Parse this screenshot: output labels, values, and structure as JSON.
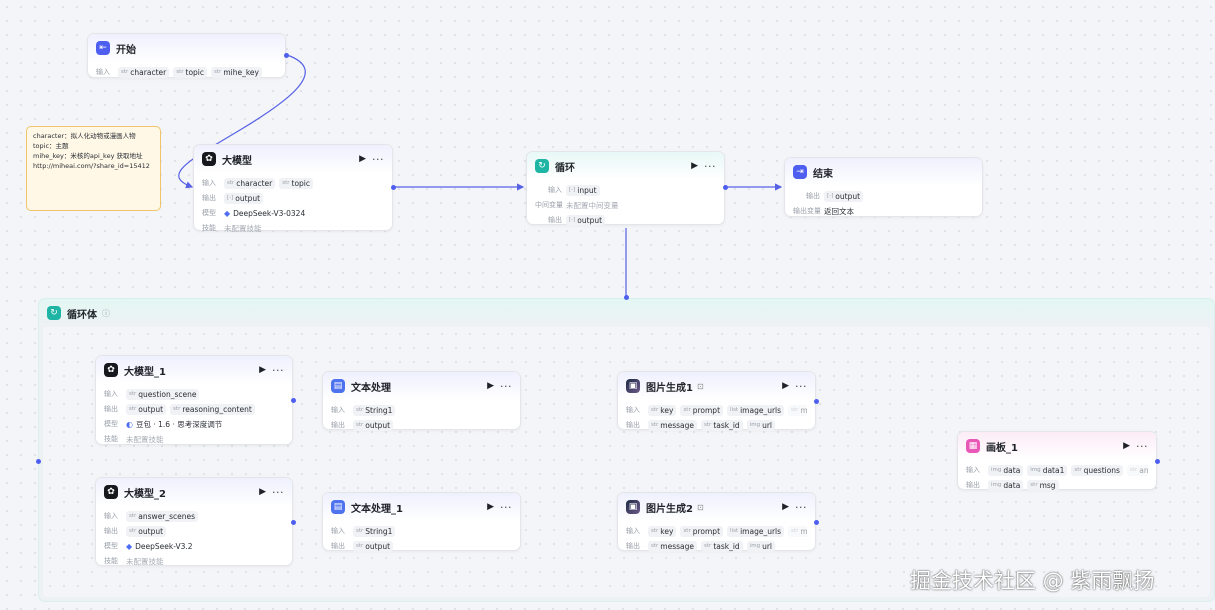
{
  "note": {
    "lines": [
      "character：拟人化动物或漫画人物",
      "topic：主题",
      "mihe_key：米核的api_key 获取地址",
      "http://miheai.com/?share_id=15412"
    ]
  },
  "nodes": {
    "start": {
      "title": "开始",
      "input_label": "输入",
      "inputs": [
        {
          "type": "str",
          "name": "character"
        },
        {
          "type": "str",
          "name": "topic"
        },
        {
          "type": "str",
          "name": "mihe_key"
        }
      ]
    },
    "llm": {
      "title": "大模型",
      "input_label": "输入",
      "output_label": "输出",
      "model_label": "模型",
      "skill_label": "技能",
      "inputs": [
        {
          "type": "str",
          "name": "character"
        },
        {
          "type": "str",
          "name": "topic"
        }
      ],
      "outputs": [
        {
          "type": "[-]",
          "name": "output"
        }
      ],
      "model": "DeepSeek-V3-0324",
      "skill": "未配置技能"
    },
    "loop": {
      "title": "循环",
      "input_label": "输入",
      "mid_label": "中间变量",
      "output_label": "输出",
      "inputs": [
        {
          "type": "[-]",
          "name": "input"
        }
      ],
      "mid": "未配置中间变量",
      "outputs": [
        {
          "type": "[-]",
          "name": "output"
        }
      ]
    },
    "end": {
      "title": "结束",
      "output_label": "输出",
      "var_label": "输出变量",
      "outputs": [
        {
          "type": "[-]",
          "name": "output"
        }
      ],
      "var_value": "返回文本"
    },
    "llm1": {
      "title": "大模型_1",
      "input_label": "输入",
      "output_label": "输出",
      "model_label": "模型",
      "skill_label": "技能",
      "inputs": [
        {
          "type": "str",
          "name": "question_scene"
        }
      ],
      "outputs": [
        {
          "type": "str",
          "name": "output"
        },
        {
          "type": "str",
          "name": "reasoning_content"
        }
      ],
      "model": "豆包 · 1.6 · 思考深度调节",
      "skill": "未配置技能"
    },
    "llm2": {
      "title": "大模型_2",
      "input_label": "输入",
      "output_label": "输出",
      "model_label": "模型",
      "skill_label": "技能",
      "inputs": [
        {
          "type": "str",
          "name": "answer_scenes"
        }
      ],
      "outputs": [
        {
          "type": "str",
          "name": "output"
        }
      ],
      "model": "DeepSeek-V3.2",
      "skill": "未配置技能"
    },
    "text1": {
      "title": "文本处理",
      "input_label": "输入",
      "output_label": "输出",
      "inputs": [
        {
          "type": "str",
          "name": "String1"
        }
      ],
      "outputs": [
        {
          "type": "str",
          "name": "output"
        }
      ]
    },
    "text2": {
      "title": "文本处理_1",
      "input_label": "输入",
      "output_label": "输出",
      "inputs": [
        {
          "type": "str",
          "name": "String1"
        }
      ],
      "outputs": [
        {
          "type": "str",
          "name": "output"
        }
      ]
    },
    "img1": {
      "title": "图片生成1",
      "input_label": "输入",
      "output_label": "输出",
      "inputs": [
        {
          "type": "str",
          "name": "key"
        },
        {
          "type": "str",
          "name": "prompt"
        },
        {
          "type": "list",
          "name": "image_urls"
        },
        {
          "type": "str",
          "name": "m"
        }
      ],
      "outputs": [
        {
          "type": "str",
          "name": "message"
        },
        {
          "type": "str",
          "name": "task_id"
        },
        {
          "type": "img",
          "name": "url"
        }
      ]
    },
    "img2": {
      "title": "图片生成2",
      "input_label": "输入",
      "output_label": "输出",
      "inputs": [
        {
          "type": "str",
          "name": "key"
        },
        {
          "type": "str",
          "name": "prompt"
        },
        {
          "type": "list",
          "name": "image_urls"
        },
        {
          "type": "str",
          "name": "m"
        }
      ],
      "outputs": [
        {
          "type": "str",
          "name": "message"
        },
        {
          "type": "str",
          "name": "task_id"
        },
        {
          "type": "img",
          "name": "url"
        }
      ]
    },
    "board": {
      "title": "画板_1",
      "input_label": "输入",
      "output_label": "输出",
      "inputs": [
        {
          "type": "img",
          "name": "data"
        },
        {
          "type": "img",
          "name": "data1"
        },
        {
          "type": "str",
          "name": "questions"
        },
        {
          "type": "str",
          "name": "answ"
        }
      ],
      "outputs": [
        {
          "type": "img",
          "name": "data"
        },
        {
          "type": "str",
          "name": "msg"
        }
      ]
    }
  },
  "loop_body": {
    "title": "循环体",
    "info_icon": "info-icon"
  },
  "watermark": "掘金技术社区 @ 紫雨飘扬",
  "colors": {
    "edge": "#5661e6",
    "accent": "#4e5ff0",
    "note_border": "#f0c46a"
  }
}
